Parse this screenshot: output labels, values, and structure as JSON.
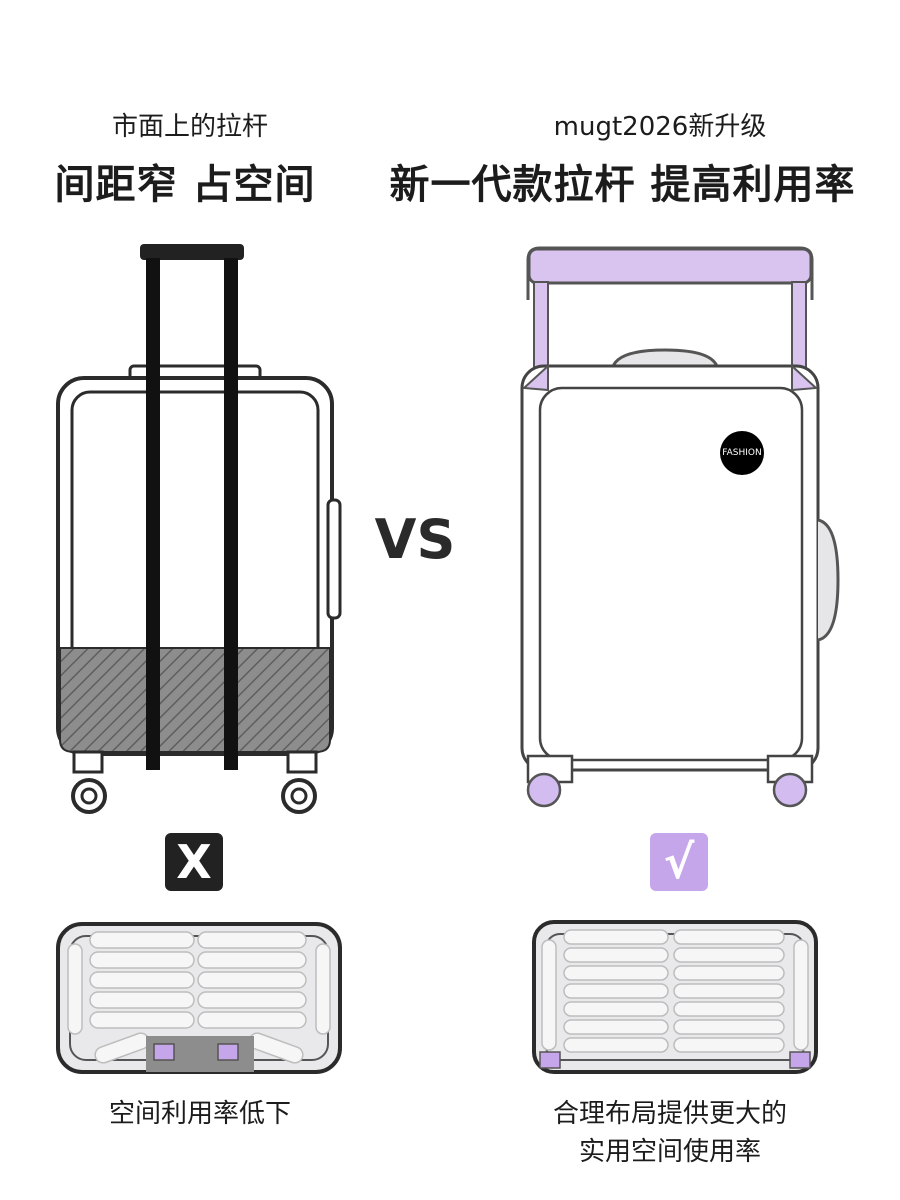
{
  "left": {
    "subtitle": "市面上的拉杆",
    "headline": "间距窄 占空间",
    "mark": "X",
    "caption": "空间利用率低下"
  },
  "right": {
    "subtitle": "mugt2026新升级",
    "headline": "新一代款拉杆 提高利用率",
    "mark": "√",
    "badge": "FASHION",
    "caption_line1": "合理布局提供更大的",
    "caption_line2": "实用空间使用率"
  },
  "vs": "VS",
  "colors": {
    "accent_purple": "#c6a6ea",
    "dark": "#222222",
    "outline": "#2b2b2b",
    "light_grey": "#e9e9eb"
  }
}
